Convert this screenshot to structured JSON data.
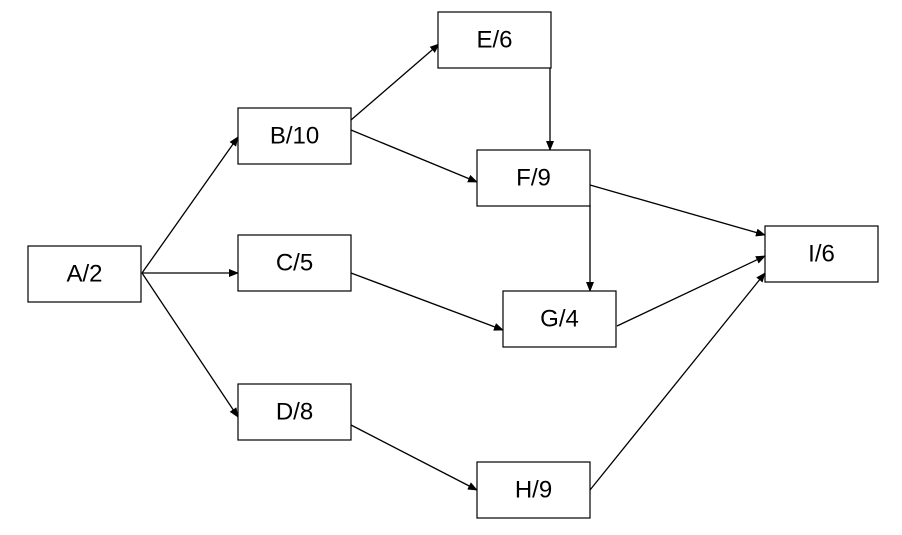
{
  "nodes": [
    {
      "id": "A",
      "label": "A/2"
    },
    {
      "id": "B",
      "label": "B/10"
    },
    {
      "id": "C",
      "label": "C/5"
    },
    {
      "id": "D",
      "label": "D/8"
    },
    {
      "id": "E",
      "label": "E/6"
    },
    {
      "id": "F",
      "label": "F/9"
    },
    {
      "id": "G",
      "label": "G/4"
    },
    {
      "id": "H",
      "label": "H/9"
    },
    {
      "id": "I",
      "label": "I/6"
    }
  ],
  "edges": [
    {
      "from": "A",
      "to": "B"
    },
    {
      "from": "A",
      "to": "C"
    },
    {
      "from": "A",
      "to": "D"
    },
    {
      "from": "B",
      "to": "E"
    },
    {
      "from": "B",
      "to": "F"
    },
    {
      "from": "E",
      "to": "F"
    },
    {
      "from": "C",
      "to": "G"
    },
    {
      "from": "F",
      "to": "G"
    },
    {
      "from": "F",
      "to": "I"
    },
    {
      "from": "G",
      "to": "I"
    },
    {
      "from": "D",
      "to": "H"
    },
    {
      "from": "H",
      "to": "I"
    }
  ]
}
